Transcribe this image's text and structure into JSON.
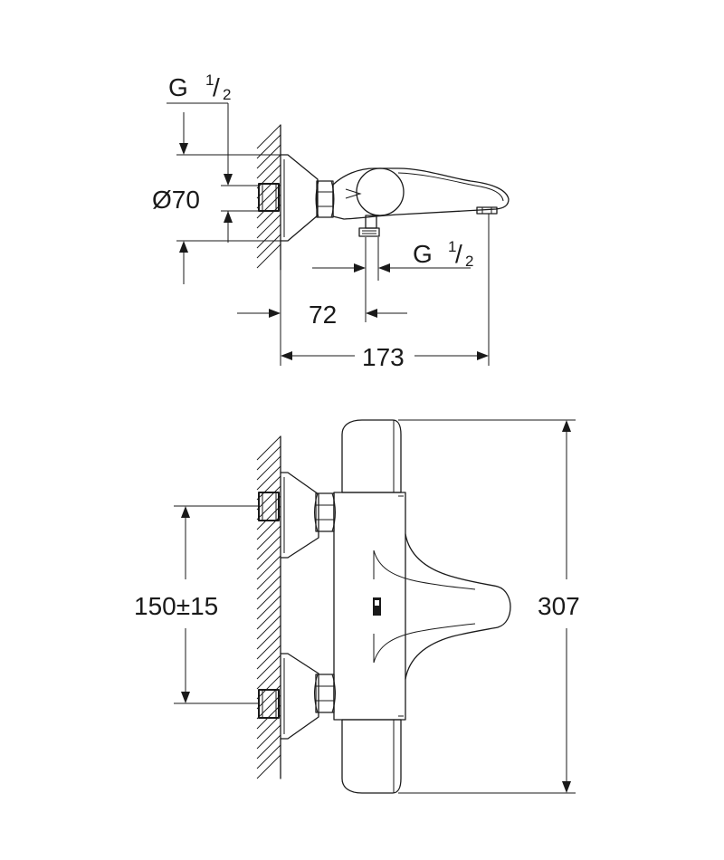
{
  "top_view": {
    "label_thread_inlet": {
      "base": "G",
      "num": "1",
      "den": "2"
    },
    "label_diameter": "Ø70",
    "label_thread_outlet": {
      "base": "G",
      "num": "1",
      "den": "2"
    },
    "dim_outlet_distance": "72",
    "dim_total_depth": "173"
  },
  "front_view": {
    "dim_inlet_spacing": "150±15",
    "dim_total_width": "307"
  }
}
